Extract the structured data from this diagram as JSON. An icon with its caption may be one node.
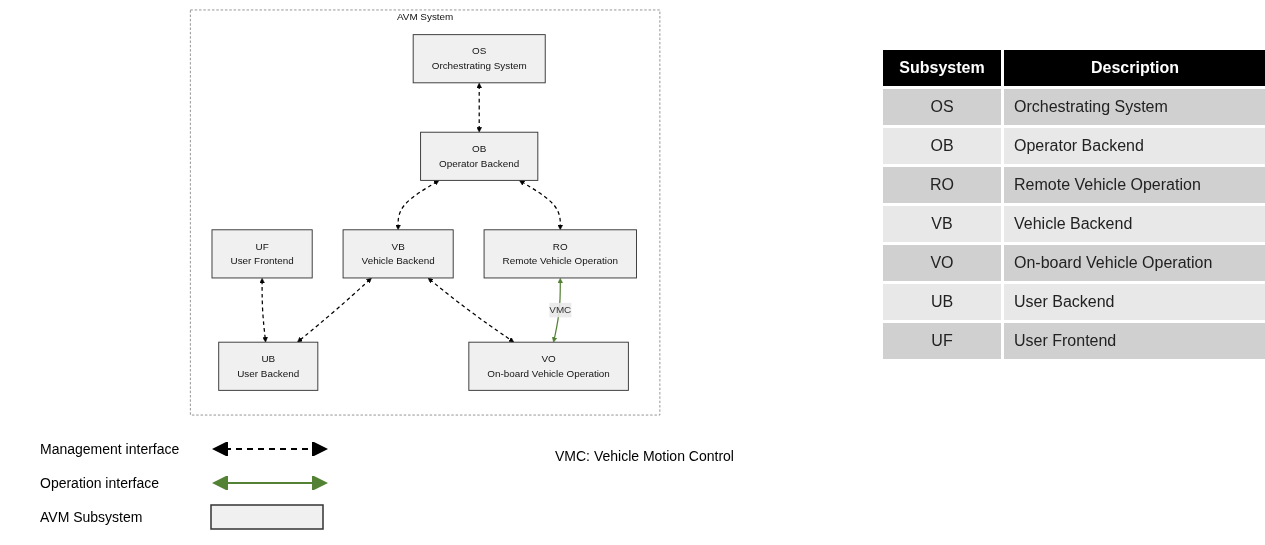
{
  "diagram": {
    "nodes": [
      {
        "text": [
          "AVM System"
        ]
      },
      {
        "text": [
          "OS",
          "Orchestrating System"
        ],
        "in": 0
      },
      {
        "text": [
          "UF",
          "User Frontend"
        ],
        "in": 0
      },
      {
        "text": [
          "OB",
          "Operator Backend"
        ],
        "in": 0
      },
      {
        "text": [
          "VB",
          "Vehicle Backend"
        ],
        "in": 0
      },
      {
        "text": [
          "UB",
          "User Backend"
        ],
        "in": 0
      },
      {
        "text": [
          "RO",
          "Remote Vehicle Operation"
        ],
        "in": 0
      },
      {
        "text": [
          "VO",
          "On-board Vehicle Operation"
        ],
        "in": 0
      }
    ],
    "edges": [
      {
        "from": 1,
        "to": 3,
        "arrow": "both",
        "style": "dashed"
      },
      {
        "from": 2,
        "to": 5,
        "arrow": "both",
        "style": "dashed"
      },
      {
        "from": 3,
        "to": 4,
        "arrow": "both",
        "style": "dashed"
      },
      {
        "from": 4,
        "to": 5,
        "arrow": "both",
        "style": "dashed"
      },
      {
        "from": 3,
        "to": 6,
        "arrow": "both",
        "style": "dashed"
      },
      {
        "from": 4,
        "to": 7,
        "arrow": "both",
        "style": "dashed"
      },
      {
        "from": 6,
        "to": 7,
        "arrow": "both",
        "label": "VMC",
        "color": "#548235"
      }
    ],
    "labels": [
      "VMC: Vehicle Motion Control",
      "Subsystem",
      "Description",
      "OS",
      "Orchestrating System",
      "OB",
      "Operator Backend",
      "RO",
      "Remote Vehicle Operation",
      "VB",
      "Vehicle Backend",
      "VO",
      "On-board Vehicle Operation",
      "UB",
      "User Backend",
      "UF",
      "User Frontend"
    ],
    "legend": [
      {
        "text": "Management interface"
      },
      {
        "text": "Operation interface"
      },
      {
        "text": "AVM Subsystem"
      }
    ]
  }
}
